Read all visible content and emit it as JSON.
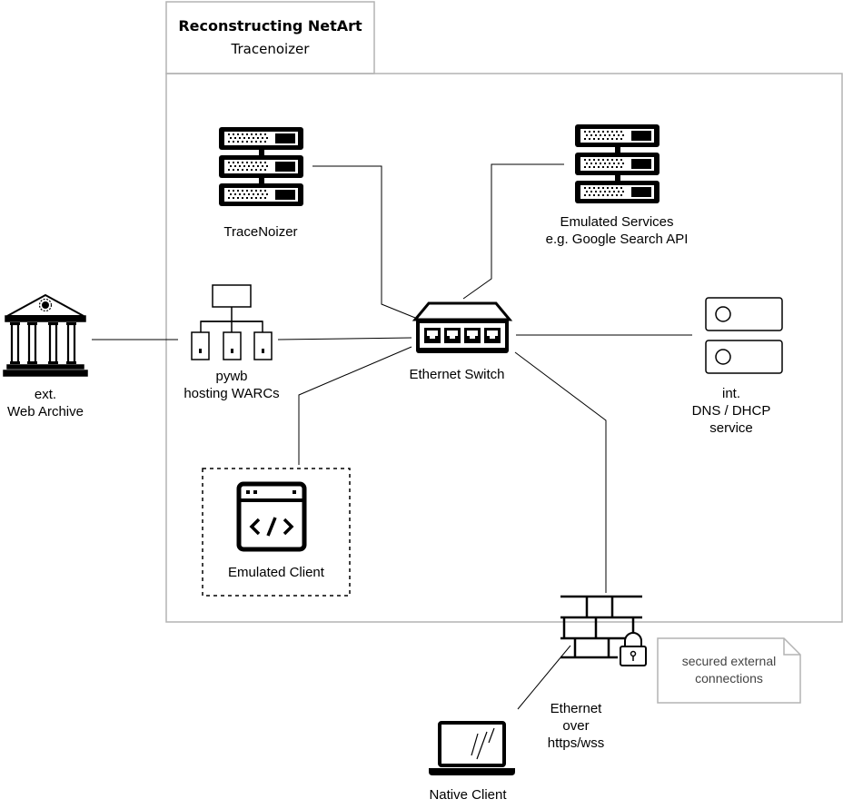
{
  "header": {
    "title": "Reconstructing NetArt",
    "subtitle": "Tracenoizer"
  },
  "nodes": {
    "tracenoizer": {
      "label": "TraceNoizer",
      "icon": "server-rack-icon"
    },
    "emulated_services": {
      "lines": [
        "Emulated Services",
        "e.g. Google Search API"
      ],
      "icon": "server-rack-icon"
    },
    "web_archive": {
      "lines": [
        "ext.",
        "Web Archive"
      ],
      "icon": "museum-building-icon"
    },
    "pywb": {
      "lines": [
        "pywb",
        "hosting WARCs"
      ],
      "icon": "hierarchy-icon"
    },
    "ethernet_switch": {
      "label": "Ethernet Switch",
      "icon": "network-switch-icon"
    },
    "dns_dhcp": {
      "lines": [
        "int.",
        "DNS / DHCP",
        "service"
      ],
      "icon": "server-units-icon"
    },
    "emulated_client": {
      "label": "Emulated Client",
      "icon": "code-window-icon"
    },
    "firewall": {
      "icon": "firewall-lock-icon"
    },
    "native_client": {
      "label": "Native Client",
      "icon": "laptop-icon"
    },
    "ethernet_link": {
      "lines": [
        "Ethernet",
        "over",
        "https/wss"
      ]
    }
  },
  "note": {
    "lines": [
      "secured external",
      "connections"
    ]
  },
  "colors": {
    "stroke": "#000000",
    "frame": "#b3b3b3",
    "note_border": "#b3b3b3",
    "note_text": "#444444"
  }
}
